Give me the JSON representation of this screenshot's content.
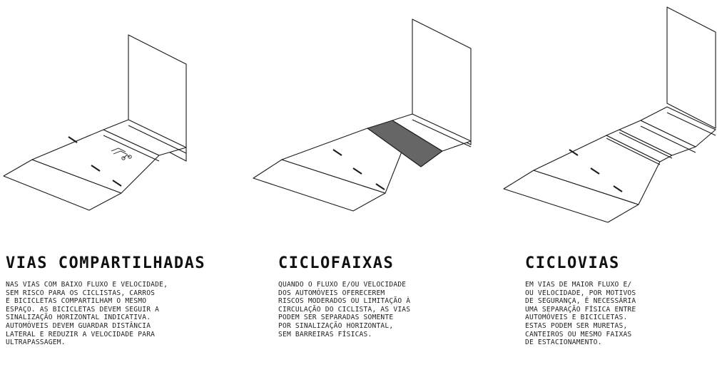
{
  "panels": [
    {
      "title": "VIAS COMPARTILHADAS",
      "lines": [
        "NAS VIAS COM BAIXO FLUXO E VELOCIDADE,",
        "SEM RISCO PARA OS CICLISTAS, CARROS",
        "E BICICLETAS COMPARTILHAM O MESMO",
        "ESPAÇO. AS BICICLETAS DEVEM SEGUIR A",
        "SINALIZAÇÃO HORIZONTAL INDICATIVA.",
        "AUTOMÓVEIS DEVEM GUARDAR DISTÂNCIA",
        "LATERAL E REDUZIR A VELOCIDADE PARA",
        "ULTRAPASSAGEM."
      ]
    },
    {
      "title": "CICLOFAIXAS",
      "lines": [
        "QUANDO O FLUXO E/OU VELOCIDADE",
        "DOS AUTOMÓVEIS OFERECEREM",
        "RISCOS MODERADOS OU LIMITAÇÃO À",
        "CIRCULAÇÃO DO CICLISTA, AS VIAS",
        "PODEM SER SEPARADAS SOMENTE",
        "POR SINALIZAÇÃO HORIZONTAL,",
        "SEM BARREIRAS FÍSICAS."
      ]
    },
    {
      "title": "CICLOVIAS",
      "lines": [
        "EM VIAS DE MAIOR FLUXO E/",
        "OU VELOCIDADE, POR MOTIVOS",
        "DE SEGURANÇA, É NECESSÁRIA",
        "UMA SEPARAÇÃO FÍSICA ENTRE",
        "AUTOMÓVEIS E BICICLETAS.",
        "ESTAS PODEM SER MURETAS,",
        "CANTEIROS OU MESMO FAIXAS",
        "DE ESTACIONAMENTO."
      ]
    }
  ],
  "colors": {
    "line": "#1a1a1a",
    "bike_lane_fill": "#666666",
    "background": "#ffffff"
  }
}
